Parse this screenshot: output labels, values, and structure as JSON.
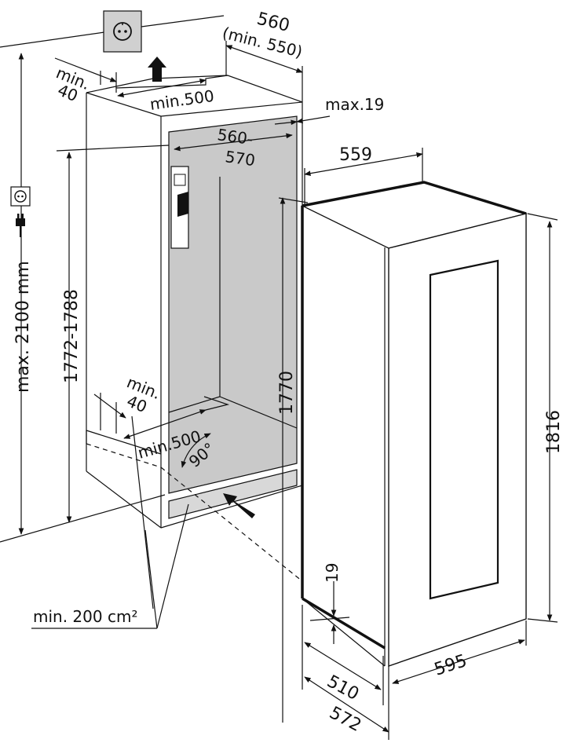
{
  "labels": {
    "max_2100": "max. 2100 mm",
    "h_1772_1788": "1772-1788",
    "h_1770": "1770",
    "h_1816": "1816",
    "w_560": "560",
    "w_min550": "(min. 550)",
    "min_top": "min.",
    "min_40_top": "40",
    "min500_top": "min.500",
    "max19": "max.19",
    "w_560_570_a": "560-",
    "w_560_570_b": "570",
    "w_559": "559",
    "min_bottom": "min.",
    "min_40_bottom": "40",
    "min500_bottom": "min.500",
    "angle_90": "90°",
    "d_19": "19",
    "min_200cm2": "min. 200 cm²",
    "d_510": "510",
    "d_572": "572",
    "w_595": "595"
  },
  "colors": {
    "line": "#111111",
    "cavity_fill": "#c9c9c9",
    "vent_fill": "#d8d8d8",
    "socket_fill": "#d0d0d0"
  },
  "icons": [
    "socket-icon",
    "power-plug-icon",
    "up-arrow-icon"
  ]
}
